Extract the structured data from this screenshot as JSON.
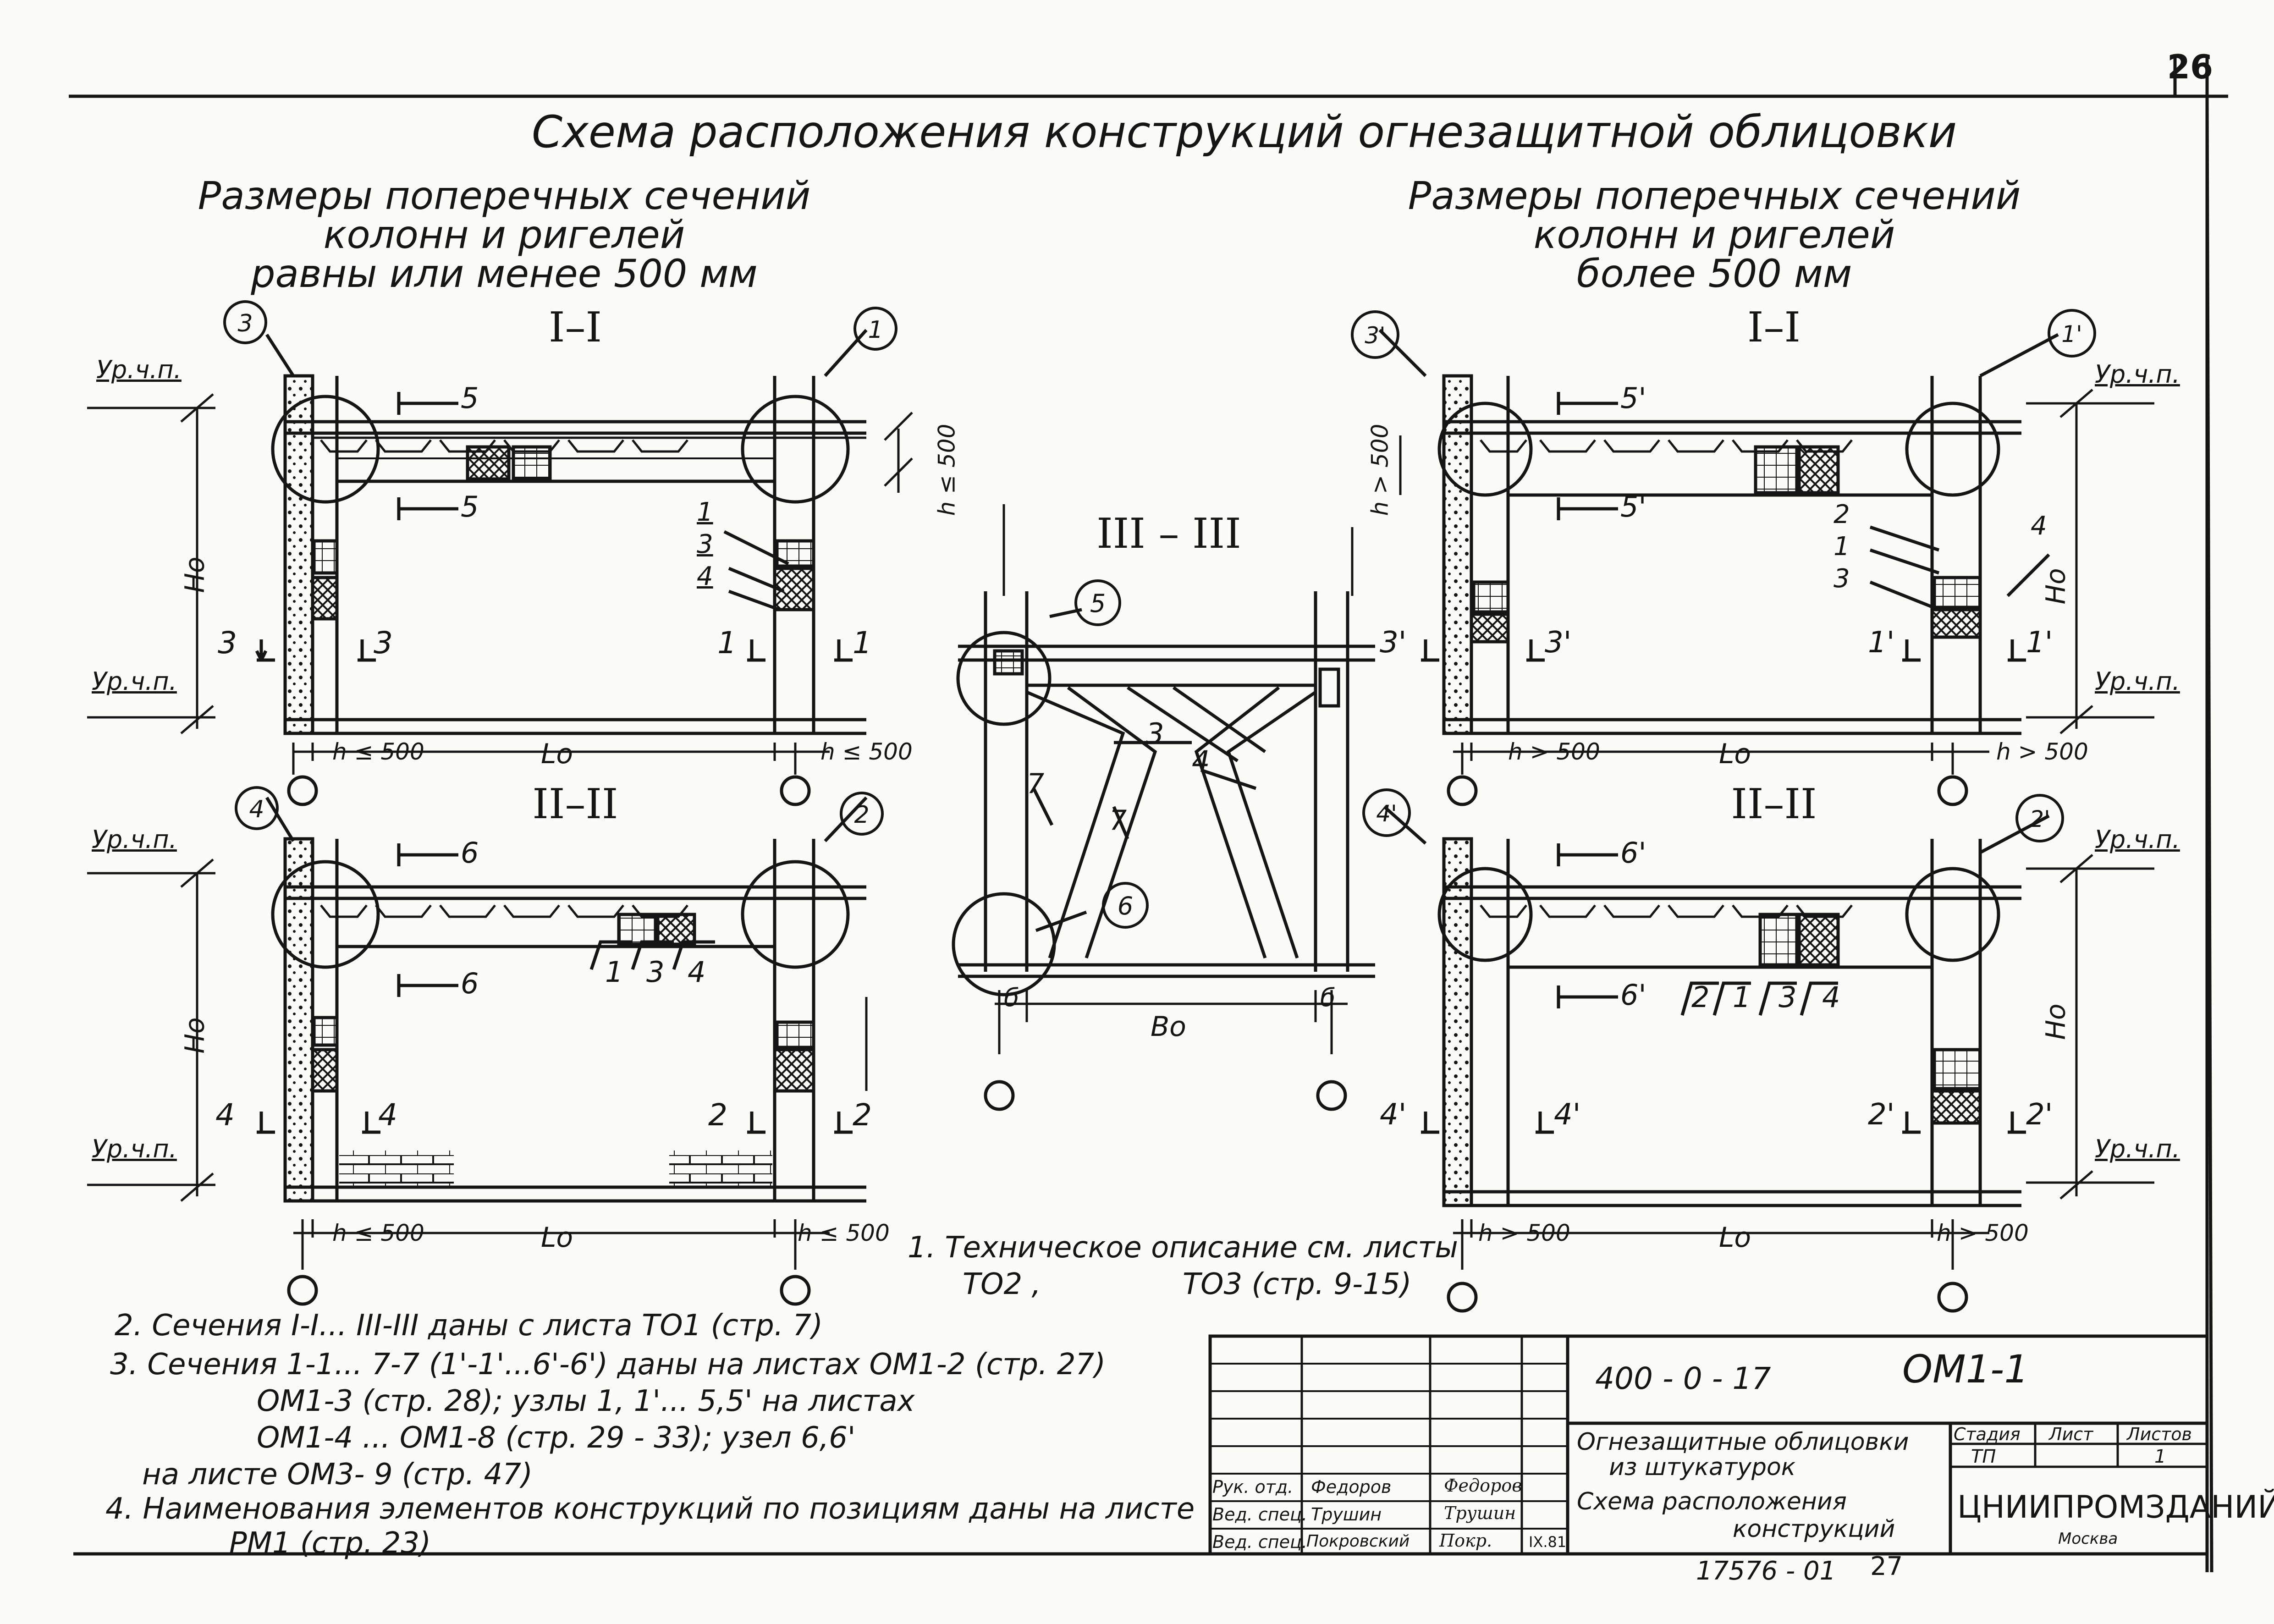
{
  "sheet_number": "26",
  "main_title": "Схема расположения конструкций огнезащитной облицовки",
  "left_heading": {
    "line1": "Размеры поперечных сечений",
    "line2": "колонн и ригелей",
    "line3": "равны или менее 500 мм"
  },
  "right_heading": {
    "line1": "Размеры поперечных сечений",
    "line2": "колонн и ригелей",
    "line3": "более 500 мм"
  },
  "sections": {
    "s1": "I–I",
    "s2": "II–II",
    "s3": "III – III"
  },
  "labels": {
    "level": "Ур.ч.п.",
    "height": "Но",
    "span": "Lо",
    "span_b": "Вo",
    "h_le_500": "h ≤ 500",
    "h_gt_500": "h > 500",
    "h_le_500_vert": "h ≤ 500",
    "h_gt_500_vert": "h > 500",
    "b": "б"
  },
  "callouts_left": {
    "node_3": "3",
    "node_1": "1",
    "node_4": "4",
    "node_2": "2",
    "cut_5": "5",
    "cut_6": "6",
    "cut_3": "3",
    "cut_1": "1",
    "cut_4": "4",
    "cut_2": "2",
    "pos_1": "1",
    "pos_3": "3",
    "pos_4": "4"
  },
  "callouts_right": {
    "node_3": "3'",
    "node_1": "1'",
    "node_4": "4'",
    "node_2": "2'",
    "cut_5": "5'",
    "cut_6": "6'",
    "cut_3": "3'",
    "cut_1": "1'",
    "cut_4": "4'",
    "cut_2": "2'",
    "pos_2": "2",
    "pos_1": "1",
    "pos_3": "3",
    "pos_4": "4"
  },
  "callouts_mid": {
    "node_5": "5",
    "node_6": "6",
    "cut_7": "7",
    "pos_3": "3",
    "pos_4": "4"
  },
  "notes": {
    "n1a": "1. Техническое описание см. листы",
    "n1b": "ТО2 ,",
    "n1c": "ТО3 (стр. 9-15)",
    "n2": "2. Сечения I-I... III-III даны с листа     ТО1  (стр. 7)",
    "n3a": "3. Сечения 1-1... 7-7 (1'-1'...6'-6') даны на листах    ОМ1-2 (стр. 27)",
    "n3b": "ОМ1-3 (стр. 28);  узлы 1, 1'... 5,5'  на  листах",
    "n3c": "ОМ1-4  ...          ОМ1-8  (стр.  29 - 33);  узел 6,6'",
    "n3d": "на  листе        ОМ3- 9  (стр. 47)",
    "n4a": "4. Наименования элементов конструкций по позициям даны на листе",
    "n4b": "РМ1  (стр. 23)"
  },
  "title_block": {
    "code": "400 - 0 - 17",
    "sheet_code": "ОМ1-1",
    "desc_line1": "Огнезащитные  облицовки",
    "desc_line2": "из  штукатурок",
    "desc_line3": "Схема  расположения",
    "desc_line4": "конструкций",
    "stage_header": "Стадия",
    "sheet_header": "Лист",
    "sheets_header": "Листов",
    "stage_value": "ТП",
    "sheets_value": "1",
    "org": "ЦНИИПРОМЗДАНИЙ",
    "city": "Москва",
    "rows": [
      {
        "role": "Рук. отд.",
        "name": "Федоров",
        "sign": "Федоров"
      },
      {
        "role": "Вед. спец.",
        "name": "Трушин",
        "sign": "Трушин"
      },
      {
        "role": "Вед. спец.",
        "name": "Покровский",
        "sign": "Покр.",
        "date": "IX.81"
      }
    ]
  },
  "footer": {
    "inv": "17576 - 01",
    "page": "27"
  }
}
